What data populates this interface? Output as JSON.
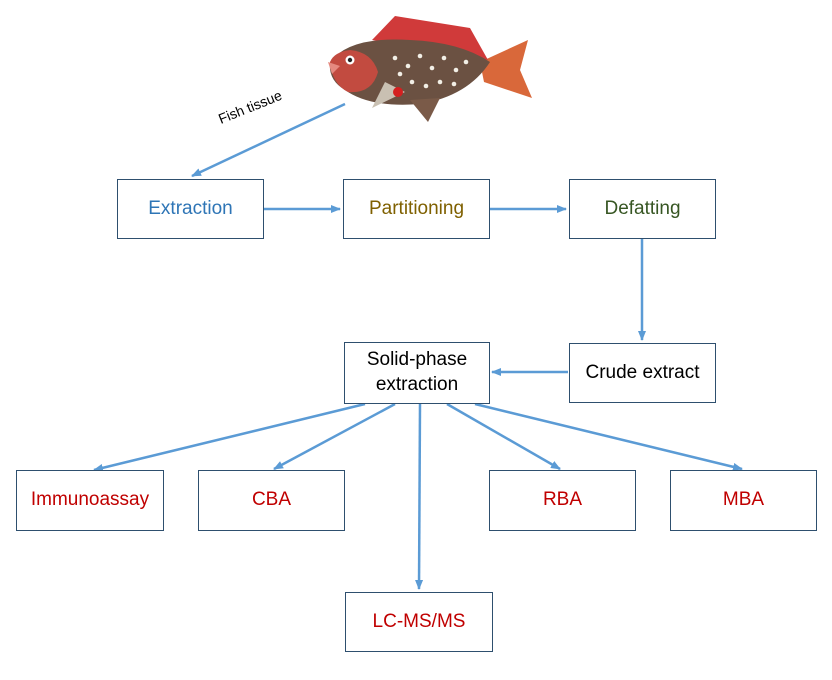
{
  "diagram": {
    "edge_label": "Fish tissue",
    "steps": {
      "extraction": {
        "label": "Extraction",
        "color": "#2E75B6"
      },
      "partitioning": {
        "label": "Partitioning",
        "color": "#7F6000"
      },
      "defatting": {
        "label": "Defatting",
        "color": "#375623"
      },
      "crude_extract": {
        "label": "Crude extract",
        "color": "#000000"
      },
      "spe": {
        "label": "Solid-phase\nextraction",
        "color": "#000000"
      }
    },
    "assays": {
      "immunoassay": {
        "label": "Immunoassay",
        "color": "#C00000"
      },
      "cba": {
        "label": "CBA",
        "color": "#C00000"
      },
      "lcms": {
        "label": "LC-MS/MS",
        "color": "#C00000"
      },
      "rba": {
        "label": "RBA",
        "color": "#C00000"
      },
      "mba": {
        "label": "MBA",
        "color": "#C00000"
      }
    },
    "arrow_color": "#5B9BD5"
  }
}
